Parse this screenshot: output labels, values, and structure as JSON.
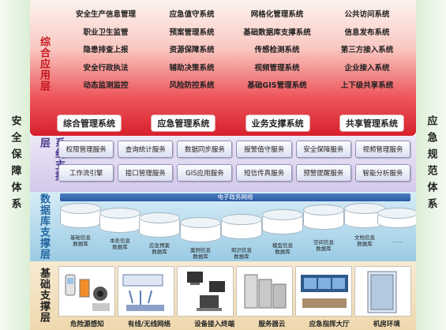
{
  "side": {
    "left": "安全保障体系",
    "right": "应急规范体系"
  },
  "app": {
    "label": "综合应用层",
    "items": [
      "安全生产信息管理",
      "应急值守系统",
      "网格化管理系统",
      "公共访问系统",
      "职业卫生监管",
      "预案管理系统",
      "基础数据库支撑系统",
      "信息发布系统",
      "隐患排查上报",
      "资源保障系统",
      "传感检测系统",
      "第三方接入系统",
      "安全行政执法",
      "辅助决策系统",
      "视频管理系统",
      "企业接入系统",
      "动态监测监控",
      "风险防控系统",
      "基础GIS管理系统",
      "上下级共享系统"
    ],
    "systems": [
      "综合管理系统",
      "应急管理系统",
      "业务支撑系统",
      "共享管理系统"
    ]
  },
  "sys": {
    "label": "系统支撑层",
    "services": [
      "权限管理服务",
      "查询统计服务",
      "数据同步服务",
      "报警值守服务",
      "安全保障服务",
      "视频管理服务",
      "工作流引擎",
      "接口管理服务",
      "GIS应用服务",
      "短信传真服务",
      "预警提醒服务",
      "智能分析服务"
    ]
  },
  "db": {
    "label": "数据库支撑层",
    "network": "电子政务网络",
    "databases": [
      "基础信息\n数据库",
      "本处信息\n数据库",
      "应急预案\n数据库",
      "案例信息\n数据库",
      "知识信息\n数据库",
      "模型信息\n数据库",
      "空间信息\n数据库",
      "文档信息\n数据库",
      "……"
    ]
  },
  "base": {
    "label": "基础支撑层",
    "items": [
      "危险源感知",
      "有线/无线网络",
      "设备接入终端",
      "服务器云",
      "应急指挥大厅",
      "机房环境"
    ]
  },
  "colors": {
    "app_red": "#d71f2b",
    "sys_purple": "#d3c8ea",
    "db_blue": "#9acbe4",
    "base_tan": "#eed8ae"
  }
}
